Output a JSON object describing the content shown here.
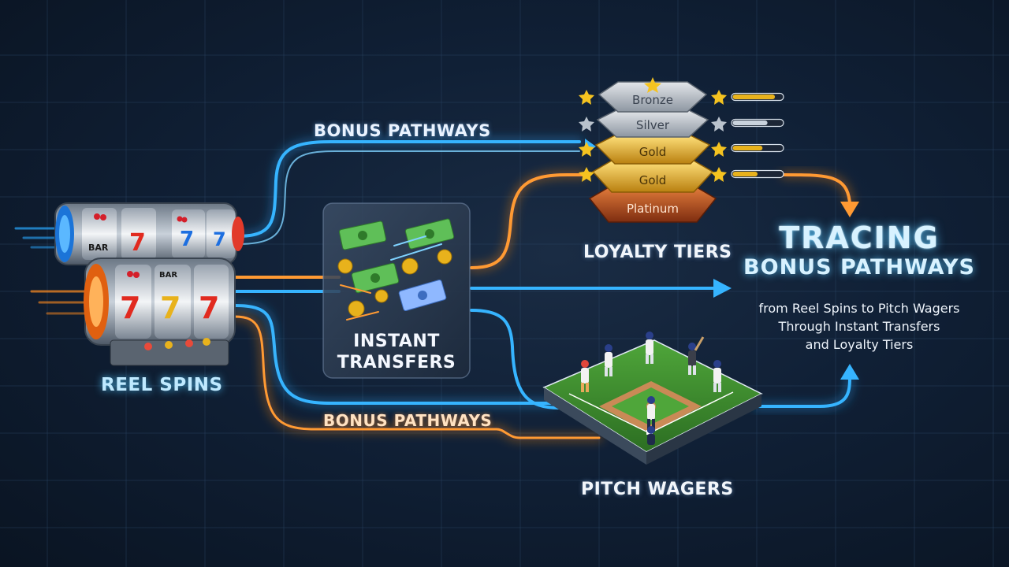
{
  "labels": {
    "bonus_top": "BONUS PATHWAYS",
    "bonus_bottom": "BONUS PATHWAYS",
    "reel_spins": "REEL SPINS",
    "instant_transfers": "INSTANT TRANSFERS",
    "loyalty_tiers": "LOYALTY TIERS",
    "pitch_wagers": "PITCH WAGERS"
  },
  "title": {
    "line1": "TRACING",
    "line2": "BONUS PATHWAYS"
  },
  "subtitle": {
    "line1": "from Reel Spins to Pitch Wagers",
    "line2": "Through Instant Transfers",
    "line3": "and Loyalty Tiers"
  },
  "tiers": [
    {
      "name": "Bronze",
      "level": 0.85
    },
    {
      "name": "Silver",
      "level": 0.7
    },
    {
      "name": "Gold",
      "level": 0.6
    },
    {
      "name": "Gold",
      "level": 0.5
    },
    {
      "name": "Platinum",
      "level": null
    }
  ],
  "slot_symbols": {
    "bar": "BAR",
    "seven": "7"
  },
  "colors": {
    "blue_path": "#2aa8ff",
    "orange_path": "#ff8a1e",
    "gold": "#e8b21c",
    "bronze": "#b85a26"
  }
}
